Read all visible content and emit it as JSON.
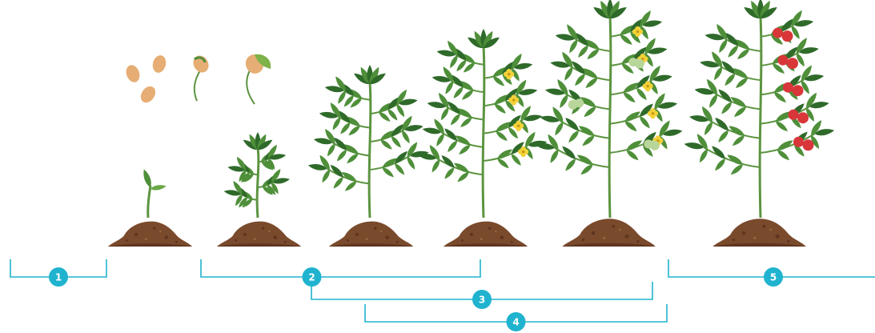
{
  "colors": {
    "bracket": "#20b3cf",
    "badge_fill": "#20b3cf",
    "badge_text": "#ffffff",
    "soil": "#7a4a2c",
    "soil_dark": "#5e3620",
    "leaf": "#4f8f3a",
    "leaf_dark": "#2f6a2a",
    "stem": "#5c9440",
    "seed": "#e6ad74",
    "flower": "#f3d23a",
    "tomato_green": "#b9d69a",
    "tomato_red": "#d9363a"
  },
  "stages": [
    {
      "label": "1",
      "icon": "seed-icon"
    },
    {
      "label": "2",
      "icon": "seedling-icon"
    },
    {
      "label": "3",
      "icon": "flower-icon"
    },
    {
      "label": "4",
      "icon": "green-tomato-icon"
    },
    {
      "label": "5",
      "icon": "ripe-tomato-icon"
    }
  ]
}
